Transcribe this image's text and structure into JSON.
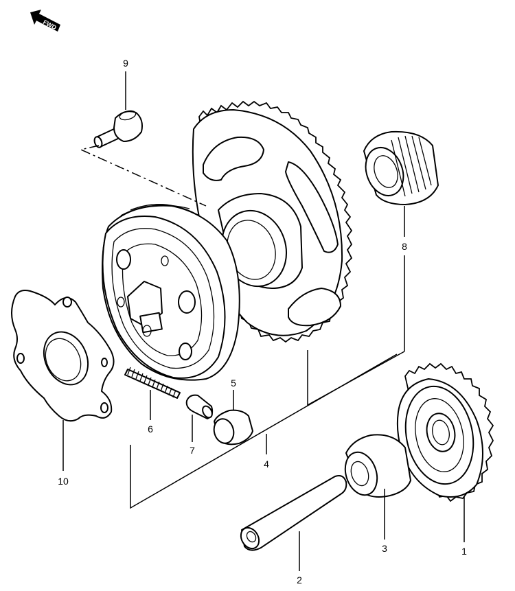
{
  "fwd_label": "FWD",
  "callouts": [
    {
      "id": "1",
      "text": "1"
    },
    {
      "id": "2",
      "text": "2"
    },
    {
      "id": "3",
      "text": "3"
    },
    {
      "id": "4",
      "text": "4"
    },
    {
      "id": "5",
      "text": "5"
    },
    {
      "id": "6",
      "text": "6"
    },
    {
      "id": "7",
      "text": "7"
    },
    {
      "id": "8",
      "text": "8"
    },
    {
      "id": "9",
      "text": "9"
    },
    {
      "id": "10",
      "text": "10"
    }
  ]
}
